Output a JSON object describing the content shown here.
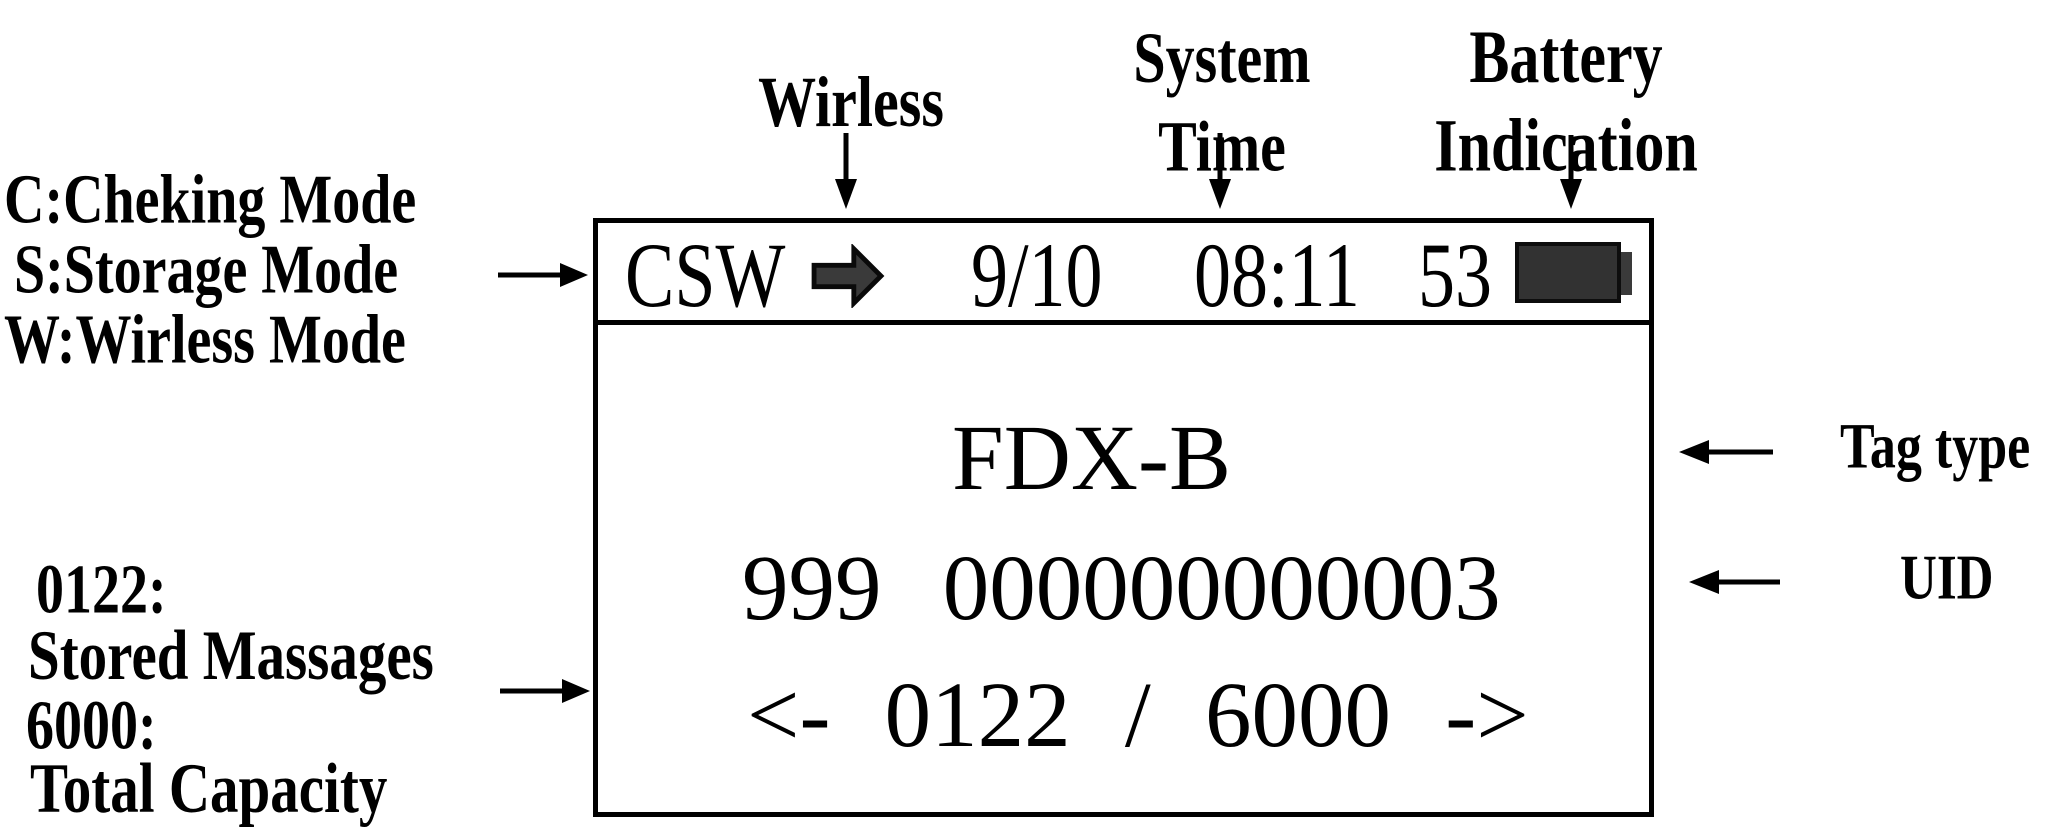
{
  "annotations": {
    "wireless_label": "Wirless",
    "system_time_line1": "System",
    "system_time_line2": "Time",
    "battery_line1": "Battery",
    "battery_line2": "Indication",
    "mode_legend_line1": "C:Cheking Mode",
    "mode_legend_line2": "S:Storage Mode",
    "mode_legend_line3": "W:Wirless Mode",
    "stored_value_line1": "0122:",
    "stored_value_line2": "Stored Massages",
    "capacity_line1": "6000:",
    "capacity_line2": "Total Capacity",
    "tag_type_label": "Tag type",
    "uid_label": "UID"
  },
  "display": {
    "status_bar": {
      "mode_indicator": "CSW",
      "date": "9/10",
      "time": "08:11",
      "battery_percent": "53"
    },
    "main": {
      "tag_type": "FDX-B",
      "uid": "999 000000000003",
      "record_pager": "<- 0122 / 6000 ->"
    }
  },
  "icons": {
    "wireless_icon": "block-right-arrow",
    "battery_icon": "battery-level-full"
  },
  "colors": {
    "foreground": "#000000",
    "background": "#ffffff",
    "icon_fill": "#3a3a3a"
  }
}
